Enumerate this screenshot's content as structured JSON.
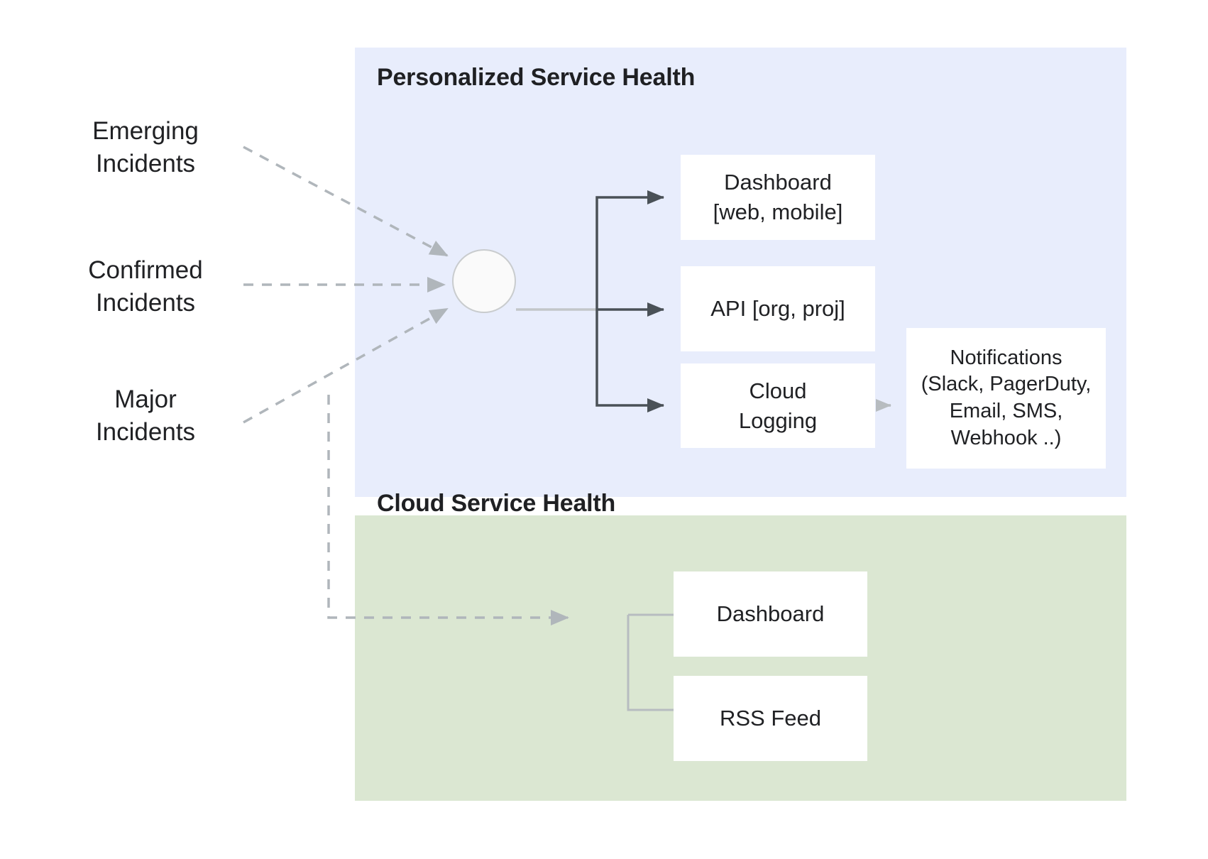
{
  "diagram": {
    "title_semantic": "Google Cloud service health architecture",
    "colors": {
      "personalized_panel_bg": "#e8edfc",
      "cloud_panel_bg": "#dbe7d2",
      "node_bg": "#ffffff",
      "solid_connector": "#4a5157",
      "dashed_connector": "#b0b6bb",
      "light_connector": "#c2c6c9",
      "text": "#202124"
    },
    "sources": [
      {
        "id": "emerging",
        "label": "Emerging\nIncidents"
      },
      {
        "id": "confirmed",
        "label": "Confirmed\nIncidents"
      },
      {
        "id": "major",
        "label": "Major\nIncidents"
      }
    ],
    "hub": {
      "id": "hub",
      "label": ""
    },
    "panels": [
      {
        "id": "personalized-service-health",
        "title": "Personalized Service Health",
        "nodes": [
          {
            "id": "psh-dashboard",
            "label": "Dashboard\n[web, mobile]"
          },
          {
            "id": "psh-api",
            "label": "API [org, proj]"
          },
          {
            "id": "psh-cloud-logging",
            "label": "Cloud\nLogging"
          },
          {
            "id": "psh-notifications",
            "label": "Notifications\n(Slack, PagerDuty,\nEmail, SMS,\nWebhook ..)"
          }
        ]
      },
      {
        "id": "cloud-service-health",
        "title": "Cloud Service Health",
        "nodes": [
          {
            "id": "csh-dashboard",
            "label": "Dashboard"
          },
          {
            "id": "csh-rss-feed",
            "label": "RSS Feed"
          }
        ]
      }
    ],
    "edges": [
      {
        "from": "emerging",
        "to": "hub",
        "style": "dashed"
      },
      {
        "from": "confirmed",
        "to": "hub",
        "style": "dashed"
      },
      {
        "from": "major",
        "to": "hub",
        "style": "dashed"
      },
      {
        "from": "major",
        "to": "cloud-service-health",
        "style": "dashed"
      },
      {
        "from": "hub",
        "to": "psh-dashboard",
        "style": "solid"
      },
      {
        "from": "hub",
        "to": "psh-api",
        "style": "solid"
      },
      {
        "from": "hub",
        "to": "psh-cloud-logging",
        "style": "solid"
      },
      {
        "from": "psh-cloud-logging",
        "to": "psh-notifications",
        "style": "solid-light"
      },
      {
        "from": "csh-entry",
        "to": "csh-dashboard",
        "style": "solid-light"
      },
      {
        "from": "csh-entry",
        "to": "csh-rss-feed",
        "style": "solid-light"
      }
    ]
  }
}
